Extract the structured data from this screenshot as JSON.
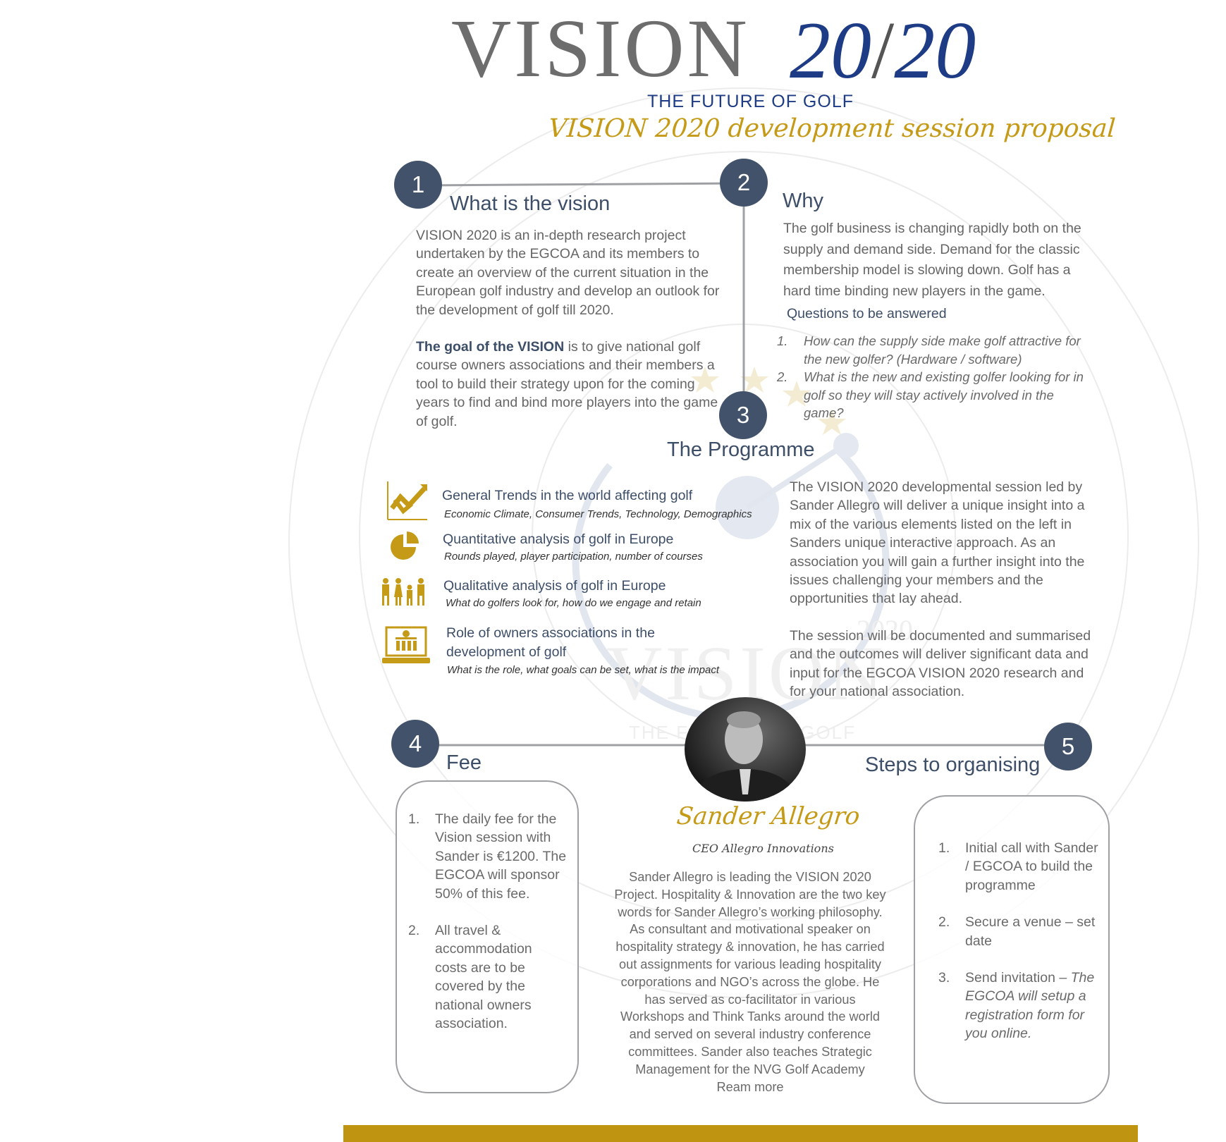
{
  "header": {
    "title_vision": "VISION",
    "title_year_a": "20",
    "title_slash": "/",
    "title_year_b": "20",
    "subtitle": "THE FUTURE OF GOLF",
    "proposal": "VISION 2020 development session proposal"
  },
  "section1": {
    "number": "1",
    "title": "What is the vision",
    "paragraph": "VISION 2020 is an in-depth research project undertaken by the EGCOA and its members to create an overview of the current situation in the European golf industry and develop an outlook for the development of golf till 2020.",
    "goal_bold": "The goal of the VISION",
    "goal_rest": " is to give national golf course owners associations and their members a tool to build their strategy upon for the coming years to find and bind more players into the game of golf."
  },
  "section2": {
    "number": "2",
    "title": "Why",
    "paragraph": "The golf business is changing rapidly both on the supply and demand side. Demand for the classic membership model is slowing down. Golf has a hard time binding new players in the game.",
    "questions_label": "Questions to be answered",
    "questions": [
      {
        "num": "1.",
        "text": "How can the supply side make golf attractive for the new golfer? (Hardware / software)"
      },
      {
        "num": "2.",
        "text": "What is the new and existing golfer looking for in golf so they will stay actively involved in the game?"
      }
    ]
  },
  "section3": {
    "number": "3",
    "title": "The Programme",
    "items": [
      {
        "title": "General Trends in the world affecting golf",
        "sub": "Economic Climate, Consumer Trends, Technology, Demographics",
        "icon": "trend-chart-icon"
      },
      {
        "title": "Quantitative analysis of golf in Europe",
        "sub": "Rounds played, player participation, number of courses",
        "icon": "pie-chart-icon"
      },
      {
        "title": "Qualitative analysis of golf in Europe",
        "sub": "What do golfers look for, how do we engage and retain",
        "icon": "family-icon"
      },
      {
        "title_line1": "Role of owners associations in the",
        "title_line2": "development of golf",
        "sub": "What is the role, what goals can be set, what is the impact",
        "icon": "laptop-group-icon"
      }
    ],
    "paragraph1": "The VISION 2020 developmental session led by Sander Allegro will deliver a unique insight into a mix of the various elements listed on the left in Sanders unique interactive approach. As an association you will gain a further insight into the issues challenging your members and the opportunities that lay ahead.",
    "paragraph2": "The session will be documented and summarised and the outcomes will deliver significant data and input for the EGCOA VISION 2020 research and for your national association."
  },
  "section4": {
    "number": "4",
    "title": "Fee",
    "items": [
      {
        "num": "1.",
        "text": "The daily fee for the Vision session with Sander is €1200. The EGCOA will sponsor 50% of this fee."
      },
      {
        "num": "2.",
        "text": "All travel & accommodation costs are to be covered by the national owners association."
      }
    ]
  },
  "section5": {
    "number": "5",
    "title": "Steps to organising",
    "items": [
      {
        "num": "1.",
        "text": "Initial call with Sander / EGCOA to build the programme",
        "italic": ""
      },
      {
        "num": "2.",
        "text": "Secure a venue – set date",
        "italic": ""
      },
      {
        "num": "3.",
        "text": "Send invitation – ",
        "italic": "The EGCOA will setup a registration form for you online."
      }
    ]
  },
  "speaker": {
    "name": "Sander Allegro",
    "role": "CEO Allegro Innovations",
    "bio": "Sander Allegro is leading the VISION 2020 Project. Hospitality & Innovation are the two key words for Sander Allegro’s working philosophy. As consultant and motivational speaker on hospitality strategy & innovation, he has carried out assignments for various leading hospitality corporations and NGO’s across the globe. He has served as co-facilitator in various Workshops and Think Tanks around the world and served on several industry conference committees. Sander also teaches Strategic Management for the NVG Golf Academy",
    "read_more": "Ream more"
  },
  "watermark": {
    "year": "2020",
    "word": "VISION",
    "tagline": "THE FUTURE OF GOLF"
  },
  "colors": {
    "navy": "#42526b",
    "gold": "#c49a16",
    "blue": "#1d3c85",
    "footer": "#bf9410"
  }
}
